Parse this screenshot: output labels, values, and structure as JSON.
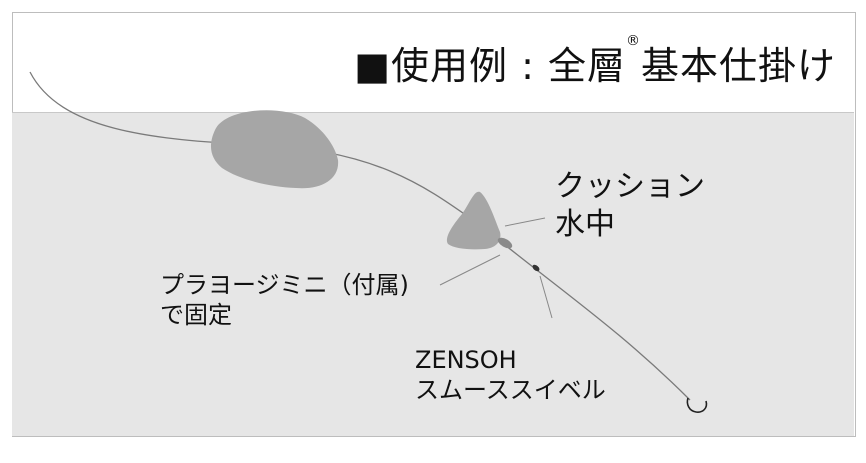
{
  "title": {
    "prefix": "■使用例 : 全層",
    "mark": "®",
    "suffix": "基本仕掛け"
  },
  "labels": {
    "cushion_line1": "クッション",
    "cushion_line2": "水中",
    "float_line1": "プラヨージミニ（付属)",
    "float_line2": "で固定",
    "swivel_line1": "ZENSOH",
    "swivel_line2": "スムーススイベル"
  },
  "colors": {
    "water": "#e6e6e6",
    "bait": "#a6a6a6",
    "line": "#7a7a7a",
    "hook": "#222222"
  }
}
